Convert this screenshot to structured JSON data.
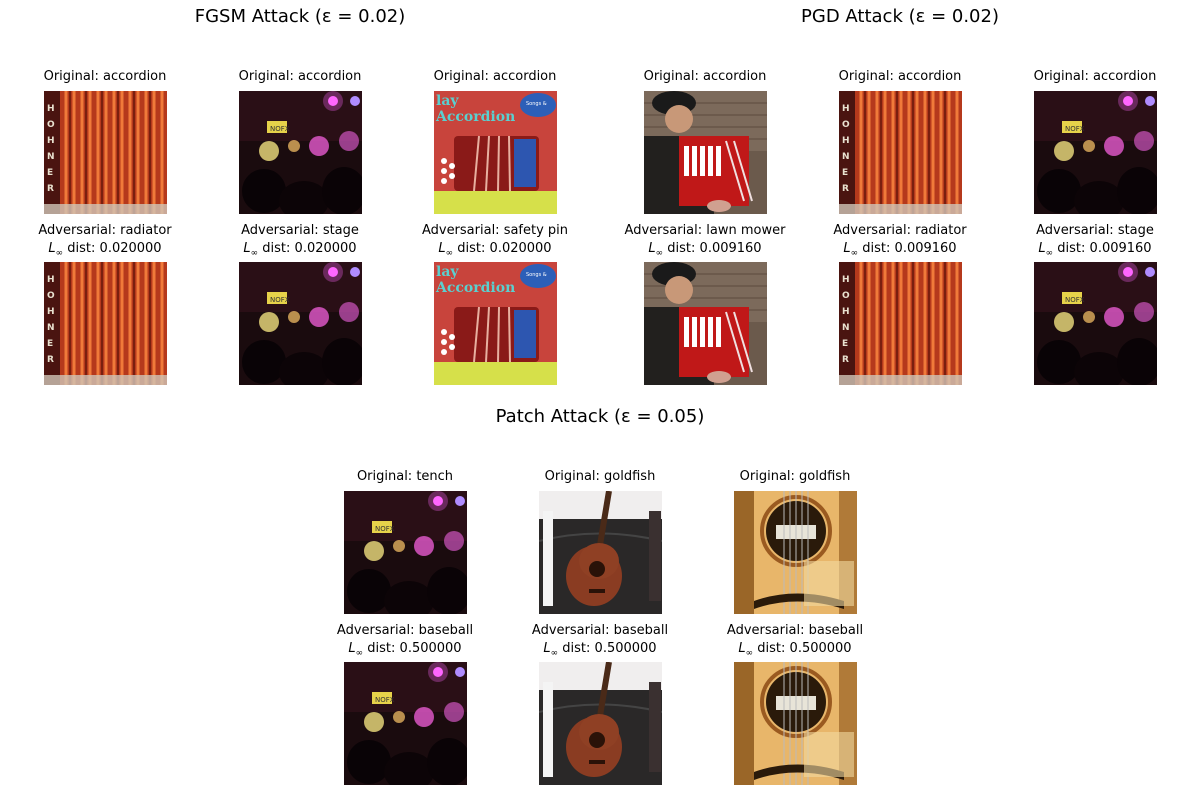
{
  "sections": {
    "fgsm": {
      "title": "FGSM Attack (ε = 0.02)",
      "panels": [
        {
          "original": "Original: accordion",
          "adversarial": "Adversarial: radiator",
          "dist": "0.020000",
          "image": "accordion-bellows"
        },
        {
          "original": "Original: accordion",
          "adversarial": "Adversarial: stage",
          "dist": "0.020000",
          "image": "concert-stage"
        },
        {
          "original": "Original: accordion",
          "adversarial": "Adversarial: safety pin",
          "dist": "0.020000",
          "image": "accordion-book-cover"
        }
      ]
    },
    "pgd": {
      "title": "PGD Attack (ε = 0.02)",
      "panels": [
        {
          "original": "Original: accordion",
          "adversarial": "Adversarial: lawn mower",
          "dist": "0.009160",
          "image": "man-playing-accordion"
        },
        {
          "original": "Original: accordion",
          "adversarial": "Adversarial: radiator",
          "dist": "0.009160",
          "image": "accordion-bellows"
        },
        {
          "original": "Original: accordion",
          "adversarial": "Adversarial: stage",
          "dist": "0.009160",
          "image": "concert-stage"
        }
      ]
    },
    "patch": {
      "title": "Patch Attack (ε = 0.05)",
      "panels": [
        {
          "original": "Original: tench",
          "adversarial": "Adversarial: baseball",
          "dist": "0.500000",
          "image": "concert-stage"
        },
        {
          "original": "Original: goldfish",
          "adversarial": "Adversarial: baseball",
          "dist": "0.500000",
          "image": "guitar-on-couch"
        },
        {
          "original": "Original: goldfish",
          "adversarial": "Adversarial: baseball",
          "dist": "0.500000",
          "image": "guitar-soundhole"
        }
      ]
    }
  },
  "dist_label": "dist: ",
  "linf_symbol": "L",
  "linf_sub": "∞"
}
